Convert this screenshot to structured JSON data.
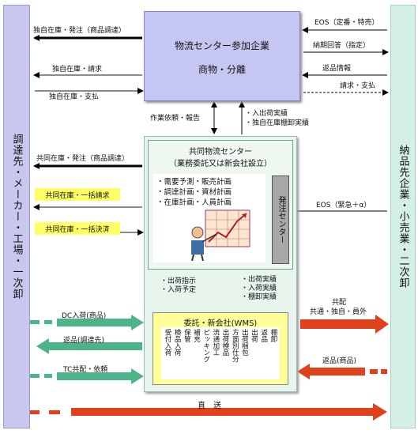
{
  "left_column": "調達先・メーカー・工場・一次卸",
  "right_column": "納品先企業・小売業・二次卸",
  "participants": {
    "title": "物流センター参加企業",
    "subtitle": "商物・分離"
  },
  "left_top": {
    "order": "独自在庫・発注（商品調達）",
    "billing": "独自在庫・請求",
    "payment": "独自在庫・支払"
  },
  "right_top": {
    "eos": "EOS（定番・特売）",
    "reply": "納期回答（指定）",
    "returns_info": "返品情報",
    "billing_payment": "請求・支払"
  },
  "middle": {
    "work_request": "作業依頼・報告",
    "shipment_records": "入出荷実績",
    "inventory_records": "独自在庫棚卸実績"
  },
  "center": {
    "title_line1": "共同物流センター",
    "title_line2": "（業務委託又は新会社設立）",
    "plans": [
      "・需要予測・販売計画",
      "・調達計画・資材計画",
      "・在庫計画・人員計画"
    ],
    "order_center": "発注センター"
  },
  "left_mid": {
    "joint_order": "共同在庫・発注（商品調達）",
    "joint_billing": "共同在庫・一括請求",
    "joint_settlement": "共同在庫・一括決済"
  },
  "right_mid": {
    "eos_urgent": "EOS（緊急＋α）"
  },
  "lower_mid": {
    "left": [
      "・出荷指示",
      "・入荷予定"
    ],
    "right": [
      "・出荷実績",
      "・入荷実績",
      "・棚卸実績"
    ]
  },
  "wms": {
    "title": "委託・新会社(WMS)",
    "tasks": [
      "受付入荷",
      "検品入荷",
      "保管",
      "補充",
      "ピッキング",
      "流通加工",
      "出荷検品",
      "方面別仕分",
      "出荷梱包",
      "出荷",
      "返品",
      "棚卸"
    ]
  },
  "bottom_left": {
    "dc_inbound": "DC入荷(商品)",
    "returns_supplier": "返品(調達先)",
    "tc_joint": "TC共配・依頼"
  },
  "bottom_right": {
    "joint_delivery": "共配",
    "delivery_types": "共通・独自・員外",
    "returns_goods": "返品(商品)"
  },
  "direct": "直　送",
  "colors": {
    "side_col": "#c8c8ee",
    "side_col_right": "#d4efe4",
    "participants": "#c6c6f2",
    "center": "#e8f5ec",
    "yellow": "#ffff99",
    "green_arrow": "#4db38a",
    "red_arrow": "#e0401a"
  }
}
